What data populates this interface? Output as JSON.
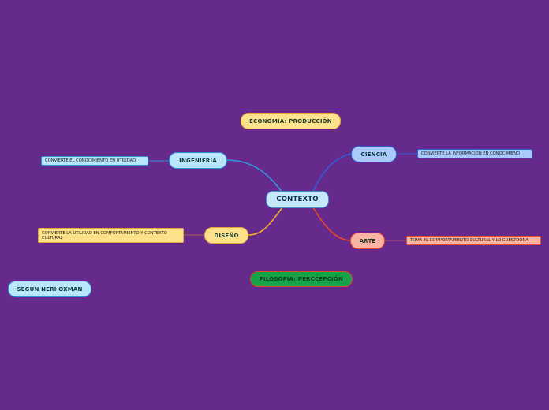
{
  "central": {
    "label": "CONTEXTO",
    "fill": "#c6e9fb",
    "border": "#3d8fd1"
  },
  "floating": [
    {
      "label": "ECONOMIA: PRODUCCIÓN",
      "fill": "#fde28b",
      "border": "#e8a637"
    },
    {
      "label": "FILOSOFIA: PERCCEPCIÓN",
      "fill": "#17a148",
      "border": "#d84d2a"
    },
    {
      "label": "SEGUN NERI OXMAN",
      "fill": "#b8e6fb",
      "border": "#2b8fd4"
    }
  ],
  "branches": [
    {
      "label": "INGENIERIA",
      "fill": "#b8e6fb",
      "border": "#2b8fd4",
      "edge": "#2b9ce0",
      "leaf": {
        "text": "CONVIERTE EL CONOCIMIENTO EN UTILIDAD",
        "fill": "#b8e6fb",
        "border": "#2b8fd4"
      }
    },
    {
      "label": "CIENCIA",
      "fill": "#a9c9fb",
      "border": "#2f5fd6",
      "edge": "#2f5fd6",
      "leaf": {
        "text": "CONVIERTE LA INFORMACIÓN EN CONOCIMIENO",
        "fill": "#a9c9fb",
        "border": "#2f5fd6"
      }
    },
    {
      "label": "DISEÑO",
      "fill": "#fde28b",
      "border": "#e8a637",
      "edge": "#f0ae2a",
      "leaf": {
        "text": "CONVIERTE LA UTILIDAD EN COMPORTAMIENTO Y CONTEXTO CULTURAL",
        "fill": "#fde28b",
        "border": "#e8a637"
      }
    },
    {
      "label": "ARTE",
      "fill": "#fbb4a4",
      "border": "#e8492a",
      "edge": "#e8492a",
      "leaf": {
        "text": "TOMA EL COMPORTAMIENTO CULTURAL Y LO CUESTOONA",
        "fill": "#fbb4a4",
        "border": "#e8492a"
      }
    }
  ],
  "background": "#662a8c"
}
